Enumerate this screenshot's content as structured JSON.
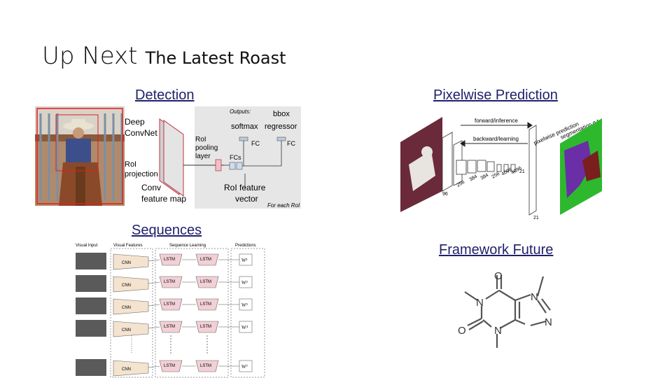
{
  "slide": {
    "title": "Up Next",
    "subtitle": "The Latest Roast"
  },
  "sections": {
    "detection": "Detection",
    "pixelwise": "Pixelwise Prediction",
    "sequences": "Sequences",
    "framework": "Framework Future"
  },
  "detection_diagram": {
    "label_deep": "Deep",
    "label_convnet": "ConvNet",
    "label_outputs": "Outputs:",
    "label_bbox": "bbox",
    "label_softmax": "softmax",
    "label_regressor": "regressor",
    "label_fc": "FC",
    "label_roi_pooling_1": "RoI",
    "label_roi_pooling_2": "pooling",
    "label_roi_pooling_3": "layer",
    "label_fcs": "FCs",
    "label_roi_proj_1": "RoI",
    "label_roi_proj_2": "projection",
    "label_conv_1": "Conv",
    "label_conv_2": "feature map",
    "label_roi_vec_1": "RoI feature",
    "label_roi_vec_2": "vector",
    "label_for_each": "For each RoI"
  },
  "pixel_diagram": {
    "forward": "forward/inference",
    "backward": "backward/learning",
    "pixelwise": "pixelwise prediction",
    "segmentation": "segmentation g.t.",
    "num_96": "96",
    "num_256": "256",
    "num_384a": "384",
    "num_384b": "384",
    "num_256b": "256",
    "num_4096a": "4096",
    "num_4096b": "4096",
    "num_21a": "21",
    "num_21b": "21"
  },
  "sequence_diagram": {
    "col_visual_input": "Visual Input",
    "col_visual_features": "Visual Features",
    "col_sequence_learning": "Sequence Learning",
    "col_predictions": "Predictions",
    "cnn": "CNN",
    "lstm": "LSTM",
    "preds": [
      "W¹",
      "W²",
      "W³",
      "W⁴",
      "Wᵀ"
    ]
  },
  "molecule": {
    "atoms": [
      "O",
      "N",
      "N",
      "N",
      "N",
      "O"
    ]
  }
}
